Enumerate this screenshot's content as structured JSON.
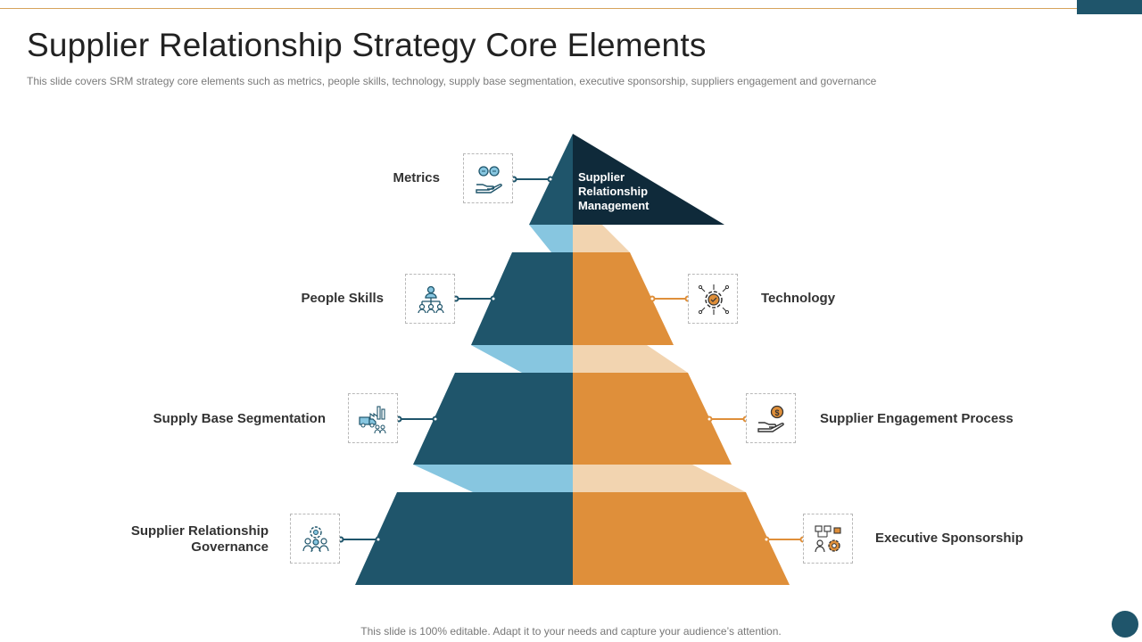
{
  "slide": {
    "title": "Supplier Relationship Strategy Core Elements",
    "subtitle": "This slide covers SRM strategy core elements such as metrics, people skills, technology, supply base segmentation, executive sponsorship, suppliers engagement and governance",
    "footer": "This slide is 100% editable. Adapt it to your needs and capture your audience’s attention."
  },
  "pyramid": {
    "apex_label": "Supplier Relationship Management",
    "elements": [
      {
        "id": "metrics",
        "label": "Metrics",
        "icon": "money-hand-icon"
      },
      {
        "id": "people",
        "label": "People Skills",
        "icon": "org-chart-icon"
      },
      {
        "id": "technology",
        "label": "Technology",
        "icon": "gear-circuit-icon"
      },
      {
        "id": "supply",
        "label": "Supply Base Segmentation",
        "icon": "delivery-truck-icon"
      },
      {
        "id": "engagement",
        "label": "Supplier Engagement Process",
        "icon": "dollar-hand-icon"
      },
      {
        "id": "governance",
        "label": "Supplier Relationship Governance",
        "icon": "team-gear-icon"
      },
      {
        "id": "sponsorship",
        "label": "Executive Sponsorship",
        "icon": "sponsor-gear-icon"
      }
    ]
  },
  "colors": {
    "dark_blue": "#1f556b",
    "navy": "#0f2a3a",
    "light_blue": "#87c6e0",
    "orange": "#df8f3a",
    "peach": "#f2d4b0"
  }
}
